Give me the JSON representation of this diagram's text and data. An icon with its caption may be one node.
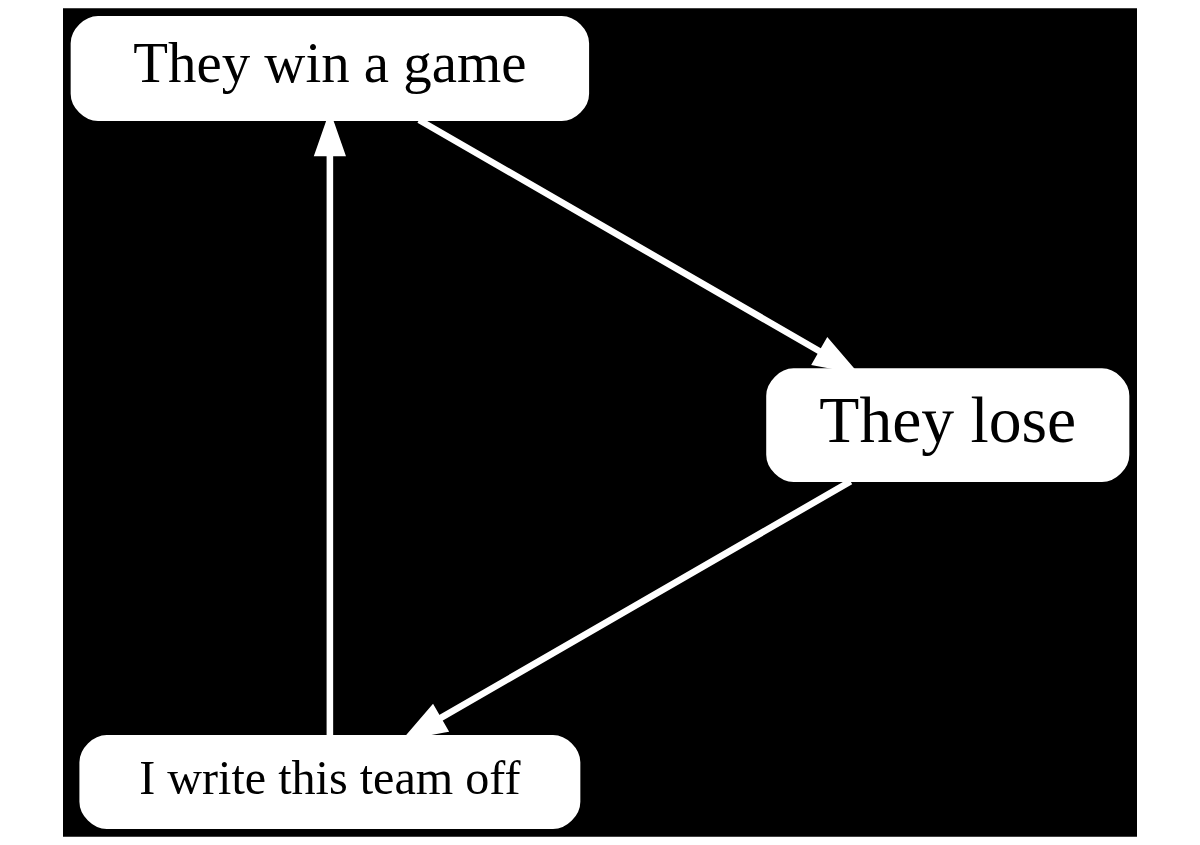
{
  "diagram": {
    "nodes": [
      {
        "text": [
          "I write this team off"
        ]
      },
      {
        "text": [
          "They lose"
        ]
      },
      {
        "text": [
          "They win a game"
        ]
      }
    ],
    "edges": [
      {
        "from": 0,
        "to": 2,
        "arrow": "to"
      },
      {
        "from": 2,
        "to": 1,
        "arrow": "to"
      },
      {
        "from": 1,
        "to": 0,
        "arrow": "to"
      }
    ]
  }
}
